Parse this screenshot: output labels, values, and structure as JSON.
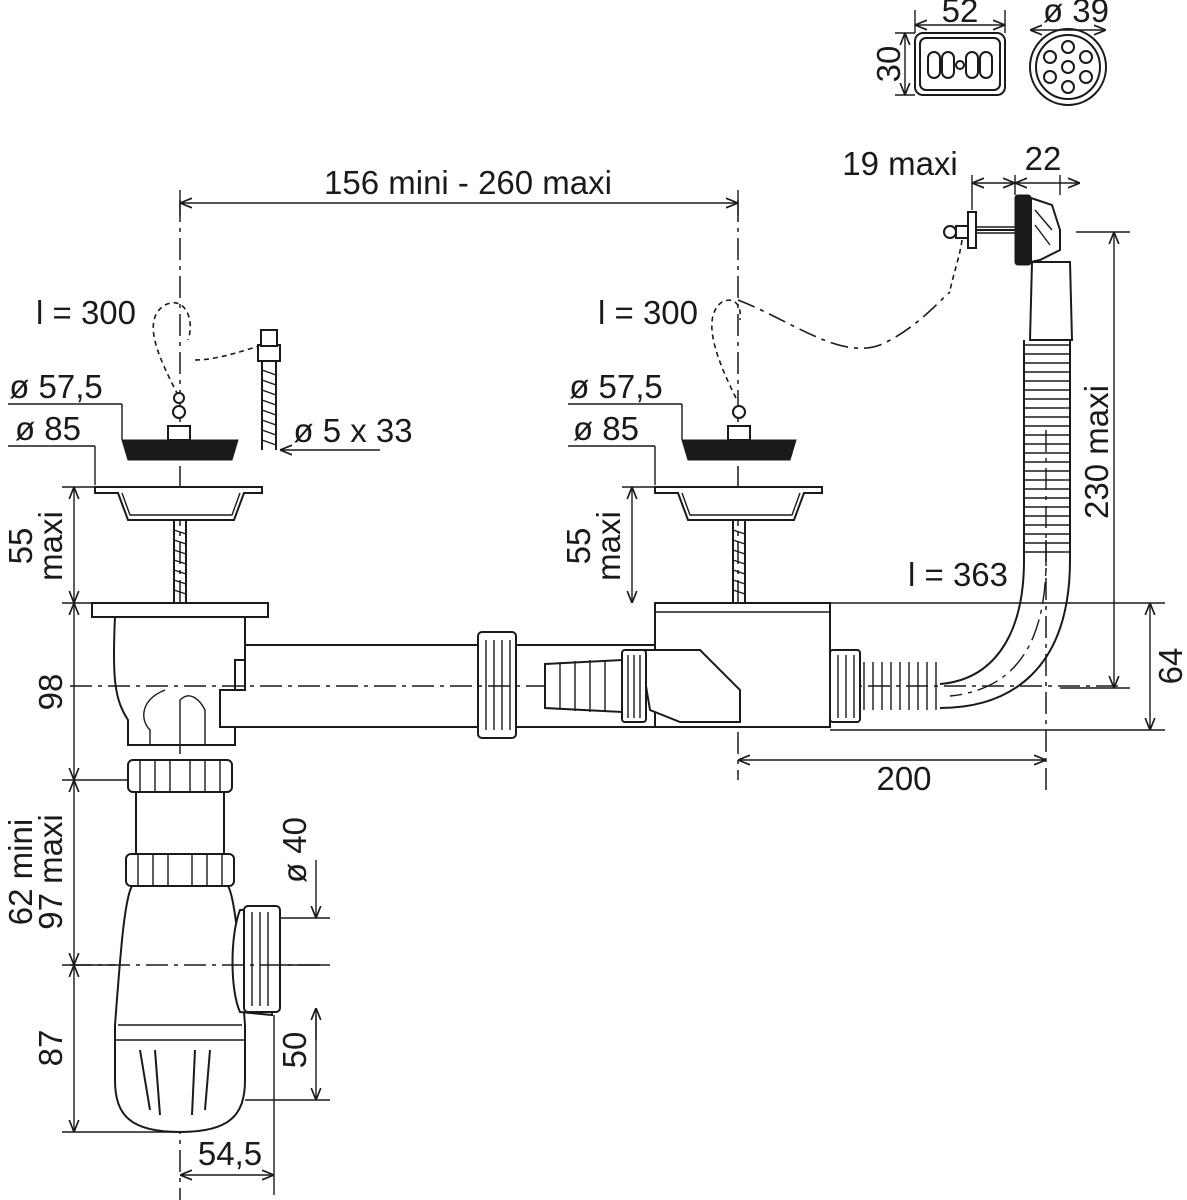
{
  "colors": {
    "ink": "#1a1a1a",
    "paper": "#ffffff"
  },
  "dimensions": {
    "grille_width": "52",
    "grille_height": "30",
    "grille_round_diameter": "ø 39",
    "overflow_spacing": "156 mini - 260 maxi",
    "overflow_chain_max": "19 maxi",
    "overflow_thickness": "22",
    "overflow_height": "230 maxi",
    "left_chain_length": "l = 300",
    "right_chain_length": "l = 300",
    "left_plug_diameter": "ø 57,5",
    "left_basket_diameter": "ø 85",
    "right_plug_diameter": "ø 57,5",
    "right_basket_diameter": "ø 85",
    "chain_screw": "ø 5 x 33",
    "left_depth_value": "55",
    "left_depth_unit": "maxi",
    "right_depth_value": "55",
    "right_depth_unit": "maxi",
    "overflow_tube_length": "l = 363",
    "body_height": "98",
    "connector_height": "64",
    "overflow_offset": "200",
    "trap_min": "62 mini",
    "trap_max": "97 maxi",
    "outlet_diameter": "ø 40",
    "trap_bottom": "87",
    "outlet_height": "50",
    "trap_offset": "54,5"
  }
}
